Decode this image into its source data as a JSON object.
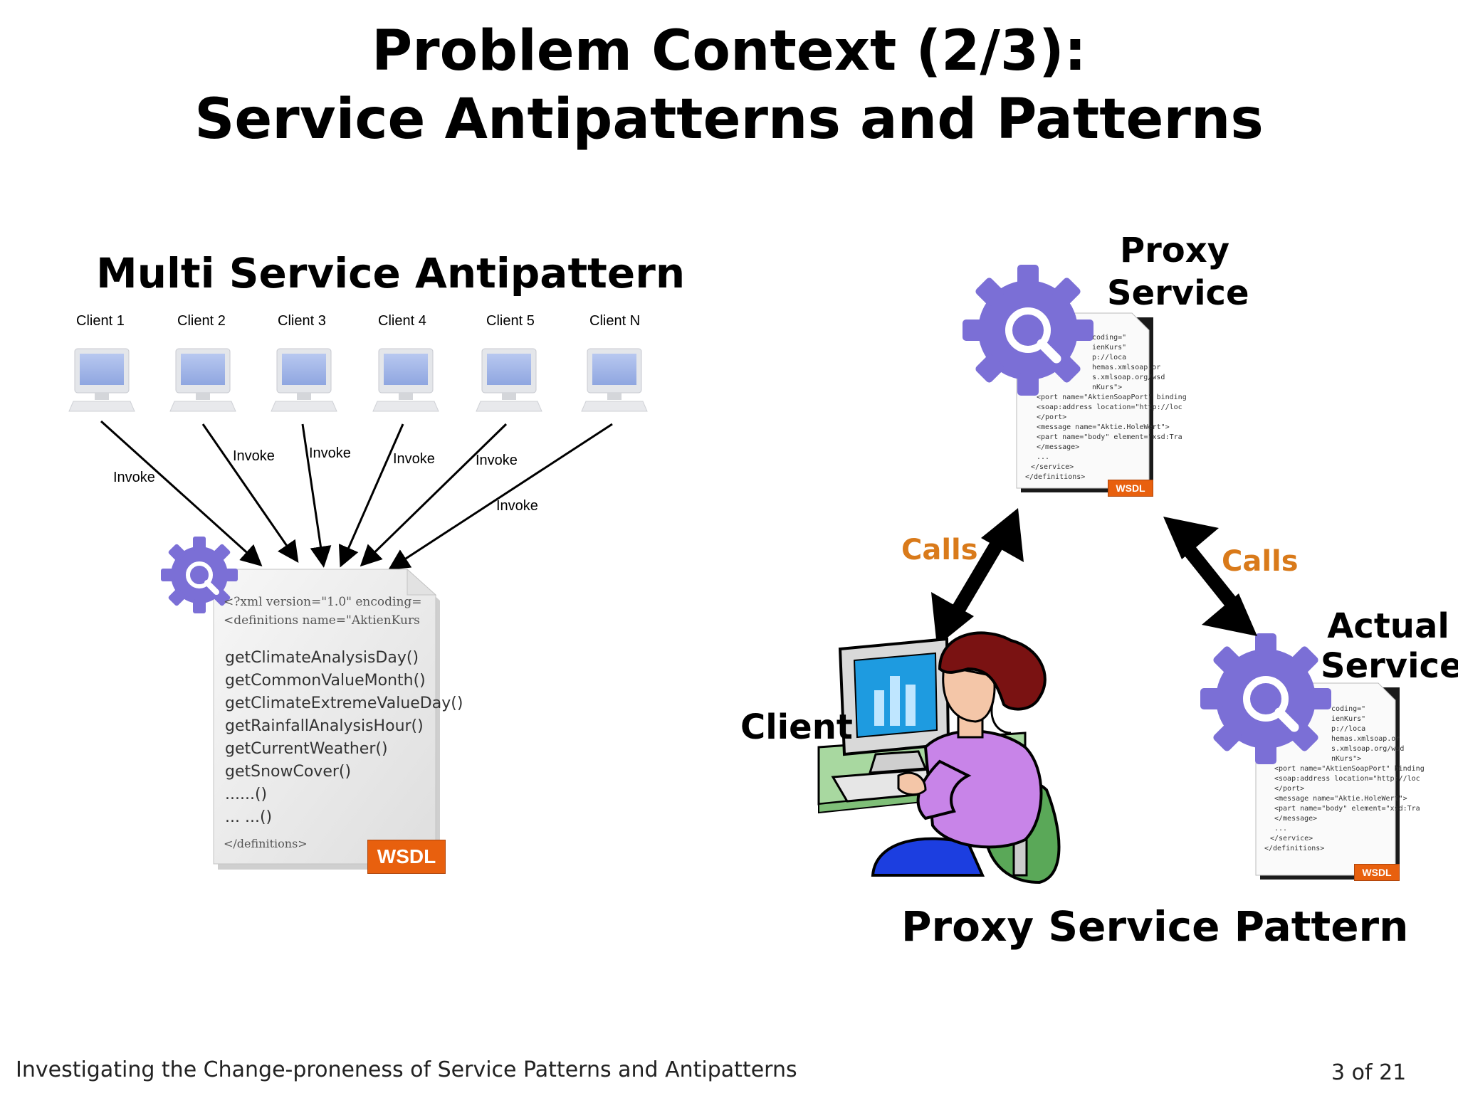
{
  "slide": {
    "title_line1": "Problem Context (2/3):",
    "title_line2": "Service Antipatterns and Patterns",
    "footer_text": "Investigating the Change-proneness of Service Patterns and Antipatterns",
    "page_indicator": "3 of 21"
  },
  "left": {
    "heading": "Multi Service Antipattern",
    "clients": [
      "Client 1",
      "Client 2",
      "Client 3",
      "Client 4",
      "Client 5",
      "Client N"
    ],
    "invoke_label": "Invoke",
    "wsdl": {
      "code_lines": [
        "<?xml version=\"1.0\" encoding=",
        "<definitions name=\"AktienKurs"
      ],
      "methods": [
        "getClimateAnalysisDay()",
        "getCommonValueMonth()",
        "getClimateExtremeValueDay()",
        "getRainfallAnalysisHour()",
        "getCurrentWeather()",
        "getSnowCover()",
        "......()",
        "... ...()"
      ],
      "closing": "</definitions>",
      "badge": "WSDL"
    }
  },
  "right": {
    "heading": "Proxy Service Pattern",
    "proxy_label": [
      "Proxy",
      "Service"
    ],
    "actual_label": [
      "Actual",
      "Service"
    ],
    "client_label": "Client",
    "calls_label": "Calls",
    "mini_wsdl_lines": [
      "coding=\"",
      "ienKurs\"",
      "p://loca",
      "hemas.xmlsoap.or",
      "s.xmlsoap.org/wsd",
      "nKurs\">",
      "<port name=\"AktienSoapPort\" binding",
      " <soap:address location=\"http://loc",
      "</port>",
      "<message name=\"Aktie.HoleWert\">",
      " <part name=\"body\" element=\"xsd:Tra",
      "</message>",
      "...",
      " </service>",
      "</definitions>"
    ],
    "wsdl_badge": "WSDL"
  },
  "colors": {
    "gear": "#7b6fd6",
    "calls": "#d97a1a",
    "wsdl_badge": "#e8600e"
  }
}
